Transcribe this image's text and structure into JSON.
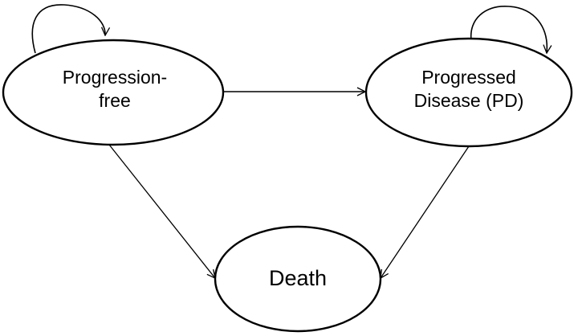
{
  "diagram": {
    "states": {
      "progression_free": {
        "line1": "Progression-",
        "line2": "free"
      },
      "progressed_disease": {
        "line1": "Progressed",
        "line2": "Disease (PD)"
      },
      "death": {
        "line1": "Death"
      }
    },
    "transitions": [
      {
        "from": "progression_free",
        "to": "progression_free"
      },
      {
        "from": "progressed_disease",
        "to": "progressed_disease"
      },
      {
        "from": "progression_free",
        "to": "progressed_disease"
      },
      {
        "from": "progression_free",
        "to": "death"
      },
      {
        "from": "progressed_disease",
        "to": "death"
      }
    ],
    "colors": {
      "stroke": "#000000",
      "fill": "#ffffff"
    }
  }
}
